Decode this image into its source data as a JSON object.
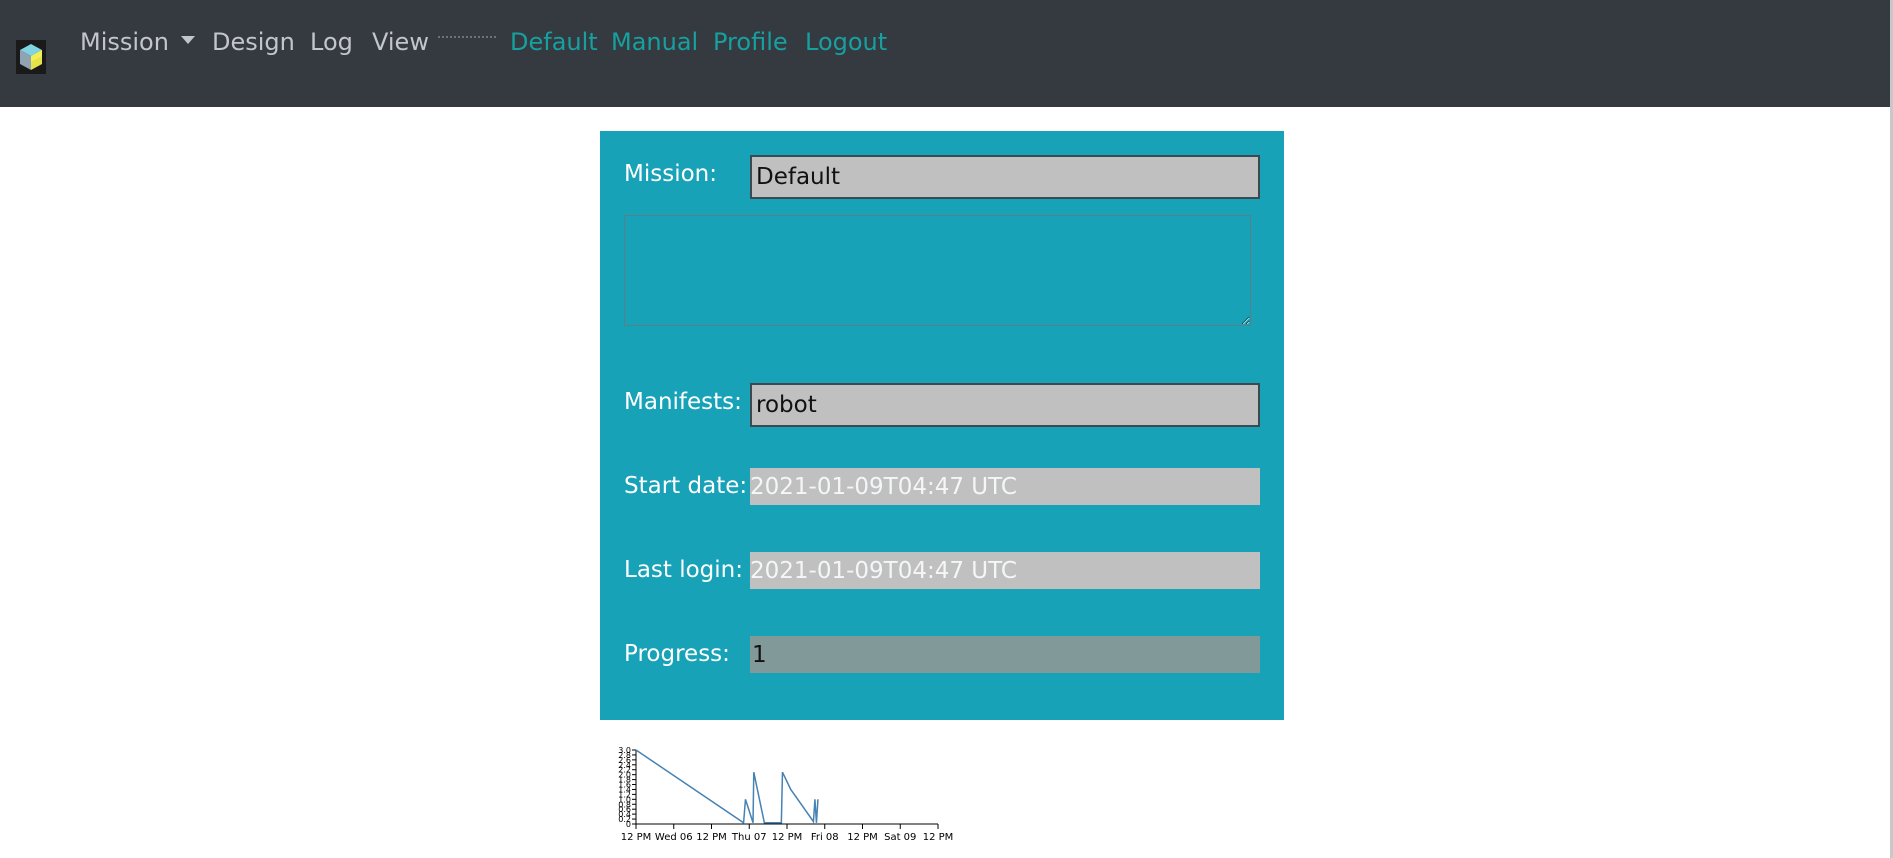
{
  "navbar": {
    "brand_icon": "cube-logo-icon",
    "items": [
      {
        "label": "Mission",
        "has_caret": true
      },
      {
        "label": "Design"
      },
      {
        "label": "Log"
      },
      {
        "label": "View"
      }
    ],
    "links": [
      {
        "label": "Default"
      },
      {
        "label": "Manual"
      },
      {
        "label": "Profile"
      },
      {
        "label": "Logout"
      }
    ],
    "colors": {
      "background": "#343a40",
      "text": "#c2c6ca",
      "link": "#17a0a0"
    }
  },
  "form": {
    "background": "#17a2b8",
    "mission_label": "Mission:",
    "mission_value": "Default",
    "description_value": "",
    "manifests_label": "Manifests:",
    "manifests_value": "robot",
    "start_date_label": "Start date:",
    "start_date_value": "2021-01-09T04:47 UTC",
    "last_login_label": "Last login:",
    "last_login_value": "2021-01-09T04:47 UTC",
    "progress_label": "Progress:",
    "progress_value": "1"
  },
  "chart_data": {
    "type": "line",
    "title": "",
    "xlabel": "",
    "ylabel": "",
    "x_ticks": [
      "12 PM",
      "Wed 06",
      "12 PM",
      "Thu 07",
      "12 PM",
      "Fri 08",
      "12 PM",
      "Sat 09",
      "12 PM"
    ],
    "y_ticks": [
      "0",
      "0.2",
      "0.4",
      "0.6",
      "0.8",
      "1.0",
      "1.2",
      "1.4",
      "1.6",
      "1.8",
      "2.0",
      "2.2",
      "2.4",
      "2.6",
      "2.8",
      "3.0"
    ],
    "ylim": [
      0,
      3.0
    ],
    "line_color": "#4682b4",
    "series": [
      {
        "x": [
          0.0,
          2.85,
          2.9,
          3.1,
          3.12,
          3.4,
          3.85,
          3.88,
          4.1,
          4.7,
          4.74,
          4.78,
          4.82
        ],
        "values": [
          3.0,
          0.05,
          1.0,
          0.05,
          2.1,
          0.05,
          0.05,
          2.1,
          1.4,
          0.1,
          1.0,
          0.05,
          1.0
        ]
      }
    ]
  }
}
